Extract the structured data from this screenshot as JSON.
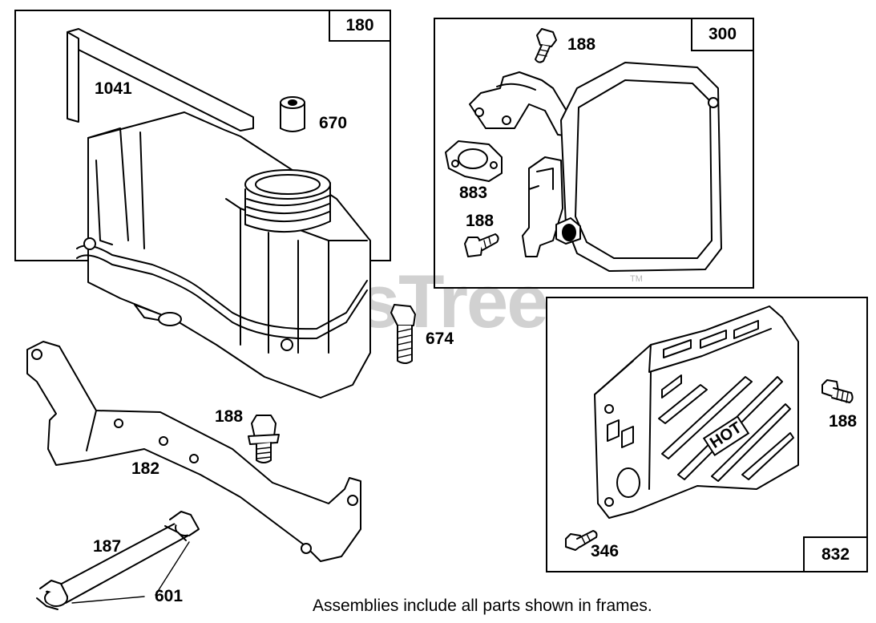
{
  "watermark": {
    "text": "PartsTree",
    "tm": "TM"
  },
  "frames": [
    {
      "id": "frame-180",
      "tag": "180"
    },
    {
      "id": "frame-300",
      "tag": "300"
    },
    {
      "id": "frame-832",
      "tag": "832"
    }
  ],
  "parts": {
    "p1041": "1041",
    "p670": "670",
    "p188_top": "188",
    "p883": "883",
    "p188_muffler": "188",
    "p674": "674",
    "p188_bolt": "188",
    "p182": "182",
    "p187": "187",
    "p601": "601",
    "p188_guard": "188",
    "p346": "346"
  },
  "guard_text": "HOT",
  "footer": "Assemblies include all parts shown in frames."
}
